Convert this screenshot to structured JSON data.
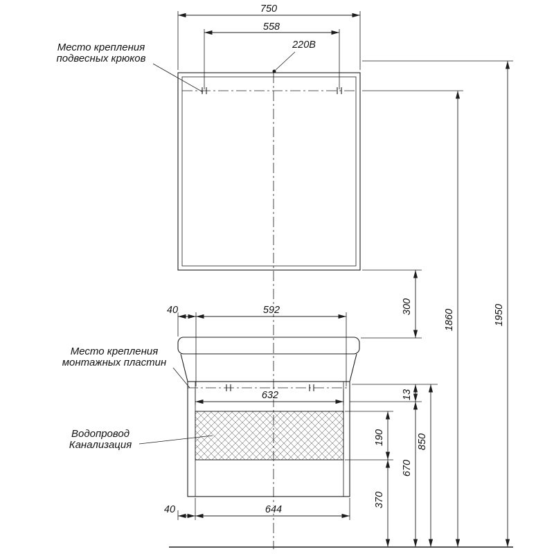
{
  "drawing": {
    "type": "installation-diagram",
    "callouts": {
      "hooks": {
        "line1": "Место крепления",
        "line2": "подвесных крюков"
      },
      "plates": {
        "line1": "Место крепления",
        "line2": "монтажных пластин"
      },
      "plumbing": {
        "line1": "Водопровод",
        "line2": "Канализация"
      },
      "power": {
        "label": "220В"
      }
    },
    "dims": {
      "d750": "750",
      "d558": "558",
      "d40top": "40",
      "d592": "592",
      "d300": "300",
      "d1860": "1860",
      "d1950": "1950",
      "d632": "632",
      "d13": "13",
      "d190": "190",
      "d850": "850",
      "d670": "670",
      "d370": "370",
      "d644": "644",
      "d40bottom": "40"
    },
    "colors": {
      "ink": "#1c1c1c",
      "paper": "#ffffff",
      "hatch": "#777777"
    }
  }
}
